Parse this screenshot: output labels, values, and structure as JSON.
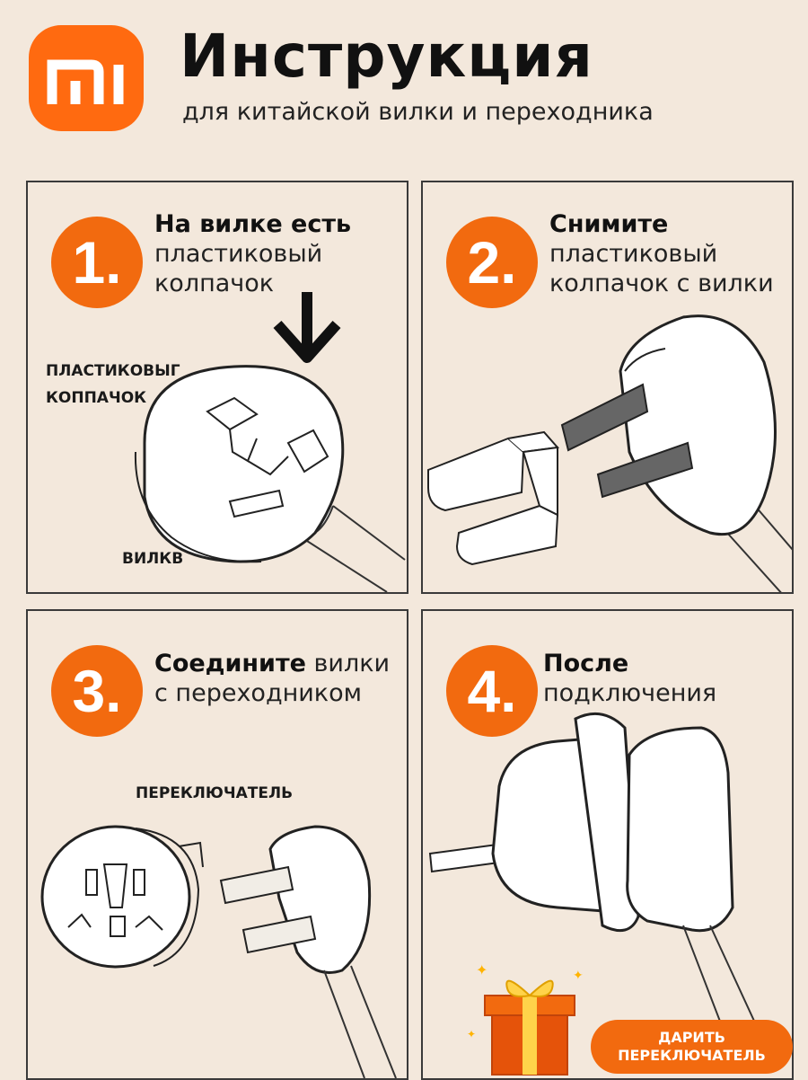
{
  "header": {
    "logo_text": "mi",
    "title": "Инструкция",
    "subtitle": "для китайской вилки и переходника"
  },
  "steps": [
    {
      "number": "1.",
      "bold": "На вилке есть",
      "rest_lines": [
        "пластиковый",
        "колпачок"
      ]
    },
    {
      "number": "2.",
      "bold": "Снимите",
      "rest_lines": [
        "пластиковый",
        "колпачок с вилки"
      ]
    },
    {
      "number": "3.",
      "bold": "Соедините",
      "bold_suffix": " вилки",
      "rest_lines": [
        "с переходником"
      ]
    },
    {
      "number": "4.",
      "bold": "После",
      "rest_lines": [
        "подключения"
      ]
    }
  ],
  "labels": {
    "cap_line1": "ПЛАСТИКОВЫГ",
    "cap_line2": "КОППАЧОК",
    "plug": "ВИЛКВ",
    "switch": "ПЕРЕКЛЮЧАТЕЛЬ"
  },
  "gift_button": {
    "line1": "ДАРИТЬ",
    "line2": "ПЕРЕКЛЮЧАТЕЛЬ"
  },
  "colors": {
    "accent": "#f26a0f",
    "background": "#f3e8dc",
    "ink": "#111111"
  }
}
